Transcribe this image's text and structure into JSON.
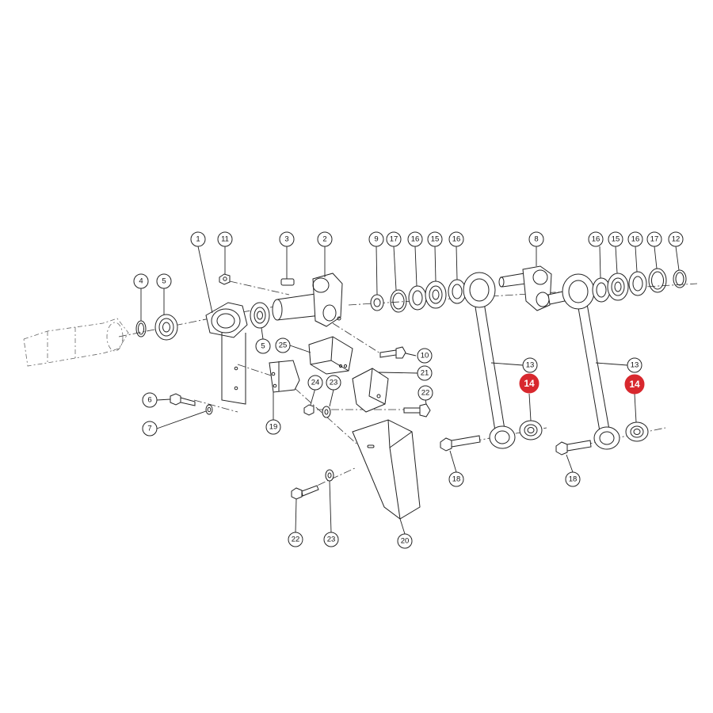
{
  "callouts": [
    {
      "id": "c1",
      "label": "1"
    },
    {
      "id": "c2",
      "label": "2"
    },
    {
      "id": "c3",
      "label": "3"
    },
    {
      "id": "c4",
      "label": "4"
    },
    {
      "id": "c5a",
      "label": "5"
    },
    {
      "id": "c5b",
      "label": "5"
    },
    {
      "id": "c6",
      "label": "6"
    },
    {
      "id": "c7",
      "label": "7"
    },
    {
      "id": "c8",
      "label": "8"
    },
    {
      "id": "c9",
      "label": "9"
    },
    {
      "id": "c10",
      "label": "10"
    },
    {
      "id": "c11",
      "label": "11"
    },
    {
      "id": "c12",
      "label": "12"
    },
    {
      "id": "c13a",
      "label": "13"
    },
    {
      "id": "c13b",
      "label": "13"
    },
    {
      "id": "c14a",
      "label": "14"
    },
    {
      "id": "c14b",
      "label": "14"
    },
    {
      "id": "c15a",
      "label": "15"
    },
    {
      "id": "c15b",
      "label": "15"
    },
    {
      "id": "c16a",
      "label": "16"
    },
    {
      "id": "c16b",
      "label": "16"
    },
    {
      "id": "c16c",
      "label": "16"
    },
    {
      "id": "c16d",
      "label": "16"
    },
    {
      "id": "c17a",
      "label": "17"
    },
    {
      "id": "c17b",
      "label": "17"
    },
    {
      "id": "c18a",
      "label": "18"
    },
    {
      "id": "c18b",
      "label": "18"
    },
    {
      "id": "c19",
      "label": "19"
    },
    {
      "id": "c20",
      "label": "20"
    },
    {
      "id": "c21",
      "label": "21"
    },
    {
      "id": "c22a",
      "label": "22"
    },
    {
      "id": "c22b",
      "label": "22"
    },
    {
      "id": "c23a",
      "label": "23"
    },
    {
      "id": "c23b",
      "label": "23"
    },
    {
      "id": "c24",
      "label": "24"
    },
    {
      "id": "c25",
      "label": "25"
    }
  ],
  "highlight_color": "#d8282e"
}
